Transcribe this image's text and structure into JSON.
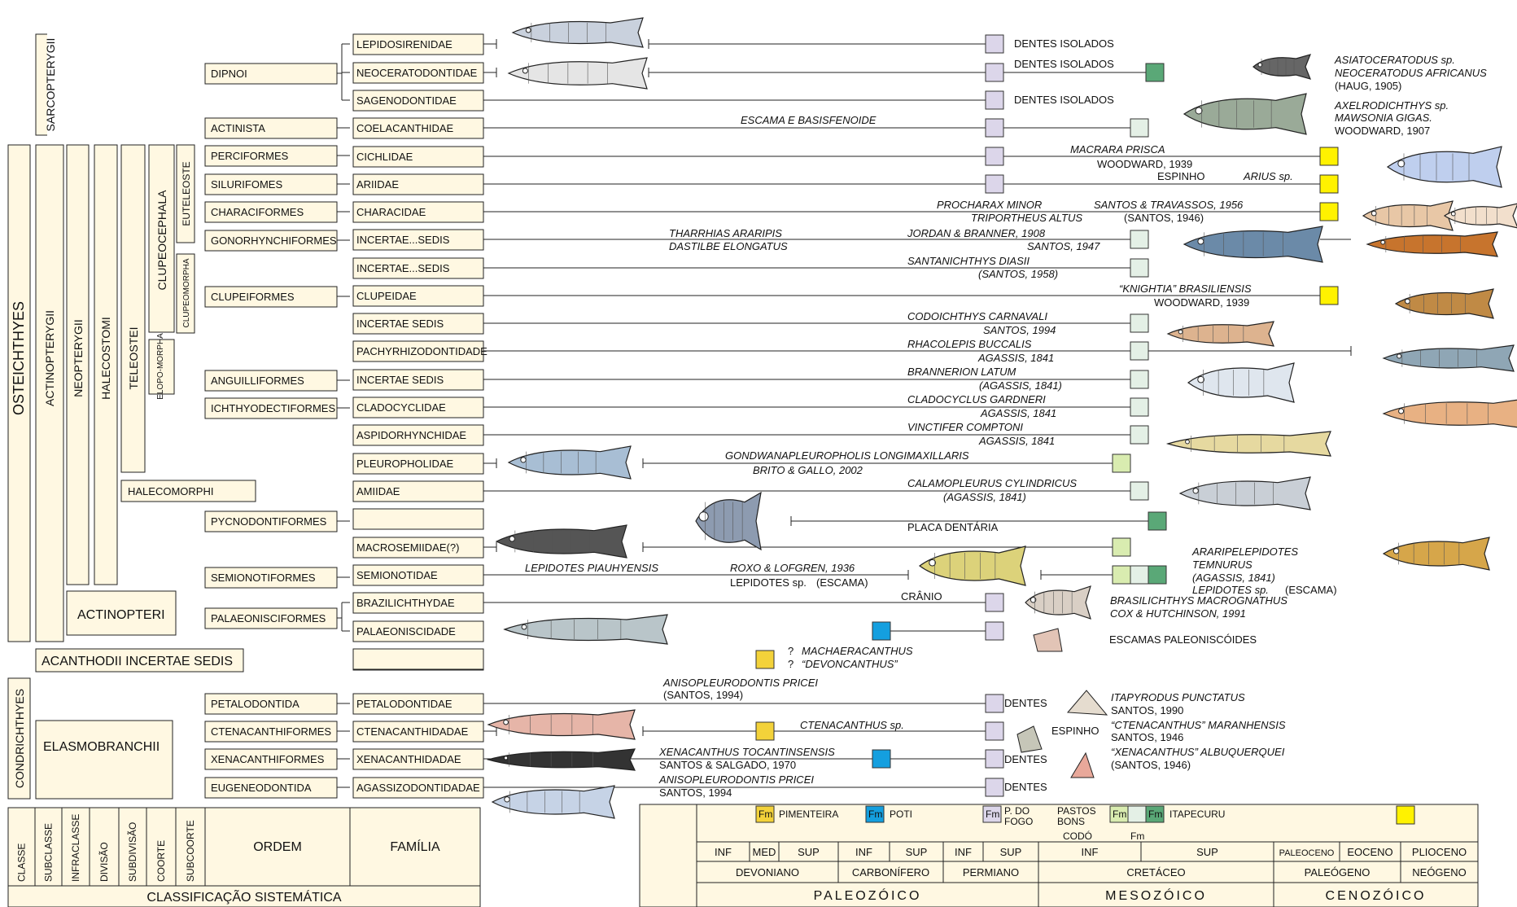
{
  "vertical_groups": {
    "sarcopterygii": "SARCOPTERYGII",
    "osteichthyes": "OSTEICHTHYES",
    "actinopterygii": "ACTINOPTERYGII",
    "neopterygii": "NEOPTERYGII",
    "halecostomi": "HALECOSTOMI",
    "teleostei": "TELEOSTEI",
    "clupeocephala": "CLUPEOCEPHALA",
    "euteleoste": "EUTELEOSTE",
    "clupeomorpha": "CLUPEOMORPHA",
    "elopomorpha": "ELOPO-\nMORPHA",
    "condrichthyes": "CONDRICHTHYES"
  },
  "horizontal_groups": {
    "halecomorphi": "HALECOMORPHI",
    "actinopteri": "ACTINOPTERI",
    "acanthodii": "ACANTHODII INCERTAE SEDIS",
    "elasmobranchii": "ELASMOBRANCHII"
  },
  "orders": [
    "DIPNOI",
    "ACTINISTA",
    "PERCIFORMES",
    "SILURIFOMES",
    "CHARACIFORMES",
    "GONORHYNCHIFORMES",
    "CLUPEIFORMES",
    "ANGUILLIFORMES",
    "ICHTHYODECTIFORMES",
    "PYCNODONTIFORMES",
    "SEMIONOTIFORMES",
    "PALAEONISCIFORMES",
    "PETALODONTIDA",
    "CTENACANTHIFORMES",
    "XENACANTHIFORMES",
    "EUGENEODONTIDA"
  ],
  "families": [
    "LEPIDOSIRENIDAE",
    "NEOCERATODONTIDAE",
    "SAGENODONTIDAE",
    "COELACANTHIDAE",
    "CICHLIDAE",
    "ARIIDAE",
    "CHARACIDAE",
    "INCERTAE...SEDIS",
    "INCERTAE...SEDIS",
    "CLUPEIDAE",
    "INCERTAE SEDIS",
    "PACHYRHIZODONTIDADE",
    "INCERTAE SEDIS",
    "CLADOCYCLIDAE",
    "ASPIDORHYNCHIDAE",
    "PLEUROPHOLIDAE",
    "AMIIDAE",
    "",
    "MACROSEMIIDAE(?)",
    "SEMIONOTIDAE",
    "BRAZILICHTHYDAE",
    "PALAEONISCIDADE",
    "",
    "PETALODONTIDAE",
    "CTENACANTHIDADAE",
    "XENACANTHIDADAE",
    "AGASSIZODONTIDADAE"
  ],
  "annotations": [
    "DENTES ISOLADOS",
    "DENTES ISOLADOS",
    "DENTES ISOLADOS",
    "ASIATOCERATODUS sp.",
    "NEOCERATODUS AFRICANUS",
    "(HAUG, 1905)",
    "AXELRODICHTHYS sp.",
    "MAWSONIA GIGAS.",
    "WOODWARD, 1907",
    "ESCAMA  E BASISFENOIDE",
    "MACRARA PRISCA",
    "WOODWARD, 1939",
    "ESPINHO",
    "ARIUS sp.",
    "PROCHARAX  MINOR",
    "SANTOS & TRAVASSOS, 1956",
    "TRIPORTHEUS ALTUS",
    "(SANTOS, 1946)",
    "THARRHIAS ARARIPIS",
    "DASTILBE ELONGATUS",
    "JORDAN & BRANNER, 1908",
    "SANTOS, 1947",
    "SANTANICHTHYS DIASII",
    "(SANTOS, 1958)",
    "“KNIGHTIA” BRASILIENSIS",
    "WOODWARD, 1939",
    "CODOICHTHYS CARNAVALI",
    "SANTOS, 1994",
    "RHACOLEPIS BUCCALIS",
    "AGASSIS, 1841",
    "BRANNERION LATUM",
    "(AGASSIS, 1841)",
    "CLADOCYCLUS GARDNERI",
    "AGASSIS, 1841",
    "VINCTIFER COMPTONI",
    "AGASSIS, 1841",
    "GONDWANAPLEUROPHOLIS LONGIMAXILLARIS",
    "BRITO & GALLO, 2002",
    "CALAMOPLEURUS CYLINDRICUS",
    "(AGASSIS, 1841)",
    "PLACA DENTÁRIA",
    "LEPIDOTES PIAUHYENSIS",
    "ROXO & LOFGREN, 1936",
    "LEPIDOTES sp.",
    "(ESCAMA)",
    "ARARIPELEPIDOTES",
    "TEMNURUS",
    "(AGASSIS, 1841)",
    "LEPIDOTES sp.",
    "(ESCAMA)",
    "CRÂNIO",
    "BRASILICHTHYS MACROGNATHUS",
    "COX & HUTCHINSON, 1991",
    "ESCAMAS PALEONISCÓIDES",
    "?",
    "MACHAERACANTHUS",
    "?",
    "“DEVONCANTHUS”",
    "ANISOPLEURODONTIS PRICEI",
    "(SANTOS, 1994)",
    "DENTES",
    "ITAPYRODUS PUNCTATUS",
    "SANTOS, 1990",
    "CTENACANTHUS sp.",
    "ESPINHO",
    "“CTENACANTHUS” MARANHENSIS",
    "SANTOS, 1946",
    "XENACANTHUS TOCANTINSENSIS",
    "SANTOS & SALGADO, 1970",
    "DENTES",
    "“XENACANTHUS” ALBUQUERQUEI",
    "(SANTOS, 1946)",
    "ANISOPLEURODONTIS PRICEI",
    "SANTOS, 1994",
    "DENTES"
  ],
  "classification_header": {
    "columns": [
      "CLASSE",
      "SUBCLASSE",
      "INFRACLASSE",
      "DIVISÃO",
      "SUBDIVISÃO",
      "COORTE",
      "SUBCOORTE",
      "ORDEM",
      "FAMÍLIA"
    ],
    "footer": "CLASSIFICAÇÃO SISTEMÁTICA"
  },
  "legend": {
    "items": [
      "PIMENTEIRA",
      "POTI",
      "P. DO\nFOGO",
      "PASTOS\nBONS",
      "CODÓ",
      "ITAPECURU"
    ],
    "symbol": "Fm",
    "colors": {
      "pimenteira": "#f3d23a",
      "poti": "#149fdf",
      "pedra_do_fogo": "#dcd6ea",
      "pastos_bons": "#d9ecb0",
      "codo": "#e4f0e6",
      "itapecuru": "#5aa877",
      "yellow_fm": "#fff200"
    }
  },
  "timescale": {
    "subdivisions": [
      "INF",
      "MED",
      "SUP",
      "INF",
      "SUP",
      "INF",
      "SUP",
      "INF",
      "SUP",
      "PALEOCENO",
      "EOCENO",
      "PLIOCENO"
    ],
    "periods": [
      "DEVONIANO",
      "CARBONÍFERO",
      "PERMIANO",
      "CRETÁCEO",
      "PALEÓGENO",
      "NEÓGENO"
    ],
    "eras": [
      "PALEOZÓICO",
      "MESOZÓICO",
      "CENOZÓICO"
    ]
  },
  "icons": [
    "fish-illustration-icon",
    "shark-illustration-icon",
    "tooth-icon",
    "scale-icon",
    "skull-icon",
    "spine-icon"
  ]
}
